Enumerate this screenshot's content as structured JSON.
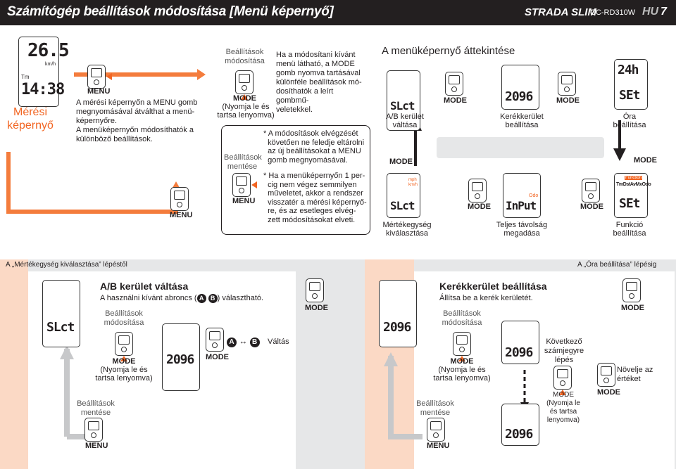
{
  "header": {
    "title": "Számítógép beállítások módosítása [Menü képernyő]",
    "model": "STRADA SLIM",
    "model_code": "CC-RD310W",
    "lang": "HU",
    "page": "7"
  },
  "left": {
    "measure_screen": "Mérési\nképernyő",
    "speed": "26.5",
    "unit": "km/h",
    "tm_label": "Tm",
    "time": "14:38",
    "menu_label": "MENU",
    "desc": "A mérési képernyőn a MENU gomb\nmegnyomásával átválthat a menü-\nképernyőre.\nA menüképernyőn módosíthatók a\nkülönböző beállítások.",
    "menu_bottom": "MENU"
  },
  "middle": {
    "change_settings": "Beállítások\nmódosítása",
    "mode": "MODE",
    "hold": "(Nyomja le és\ntartsa lenyomva)",
    "save": "Beállítások\nmentése",
    "menu": "MENU",
    "desc1": "Ha a módosítani kívánt\nmenü látható, a MODE\ngomb nyomva tartásával\nkülönféle beállítások mó-\ndosíthatók a leírt gombmű-\nveletekkel.",
    "note1": "* A módosítások elvégzését\n  követően ne feledje eltárolni\n  az új beállításokat a MENU\n  gomb megnyomásával.",
    "note2": "* Ha a menüképernyőn 1 per-\n  cig nem végez semmilyen\n  műveletet, akkor a rendszer\n  visszatér a mérési képernyő-\n  re, és az esetleges elvég-\n  zett módosításokat elveti."
  },
  "overview": {
    "title": "A menüképernyő áttekintése",
    "ab_label": "A/B kerület\nváltása",
    "ab_disp": "SLct",
    "circ_label": "Kerékkerület\nbeállítása",
    "circ_disp": "2096",
    "clock_label": "Óra\nbeállítása",
    "clock_disp": "24h",
    "clock_set": "SEt",
    "unit_label": "Mértékegység\nkiválasztása",
    "unit_disp": "SLct",
    "unit_mph": "mph",
    "unit_kmh": "km/h",
    "odo_label": "Teljes távolság\nmegadása",
    "odo_disp": "InPut",
    "odo_small": "Odo",
    "func_label": "Funkció\nbeállítása",
    "func_disp": "SEt",
    "func_row": "TmDstAvMxOdo",
    "func_tag": "Function",
    "mode": "MODE"
  },
  "bottom": {
    "from": "A „Mértékegység kiválasztása” lépéstől",
    "to": "A „Óra beállítása” lépésig",
    "ab_title": "A/B kerület váltása",
    "ab_desc": "A használni kívánt abroncs (",
    "ab_a": "A",
    "ab_b": "B",
    "ab_desc2": ") választható.",
    "ab_change": "Beállítások\nmódosítása",
    "ab_mode": "MODE",
    "ab_hold": "(Nyomja le és\ntartsa lenyomva)",
    "ab_save": "Beállítások\nmentése",
    "ab_menu": "MENU",
    "ab_disp": "SLct",
    "ab_val": "2096",
    "ab_mode2": "MODE",
    "ab_switch": "Váltás",
    "ab_mode3": "MODE",
    "circ_title": "Kerékkerület beállítása",
    "circ_desc": "Állítsa be a kerék kerületét.",
    "circ_disp": "2096",
    "circ_change": "Beállítások\nmódosítása",
    "circ_mode": "MODE",
    "circ_hold": "(Nyomja le és\ntartsa lenyomva)",
    "circ_save": "Beállítások\nmentése",
    "circ_menu": "MENU",
    "circ_next": "Következő\nszámjegyre\nlépés",
    "circ_mode2": "MODE\n(Nyomja le\nés tartsa\nlenyomva)",
    "circ_inc": "Növelje az\nértéket",
    "circ_mode3": "MODE",
    "circ_mode_top": "MODE",
    "circ_val1": "2096",
    "circ_val2": "2096"
  }
}
